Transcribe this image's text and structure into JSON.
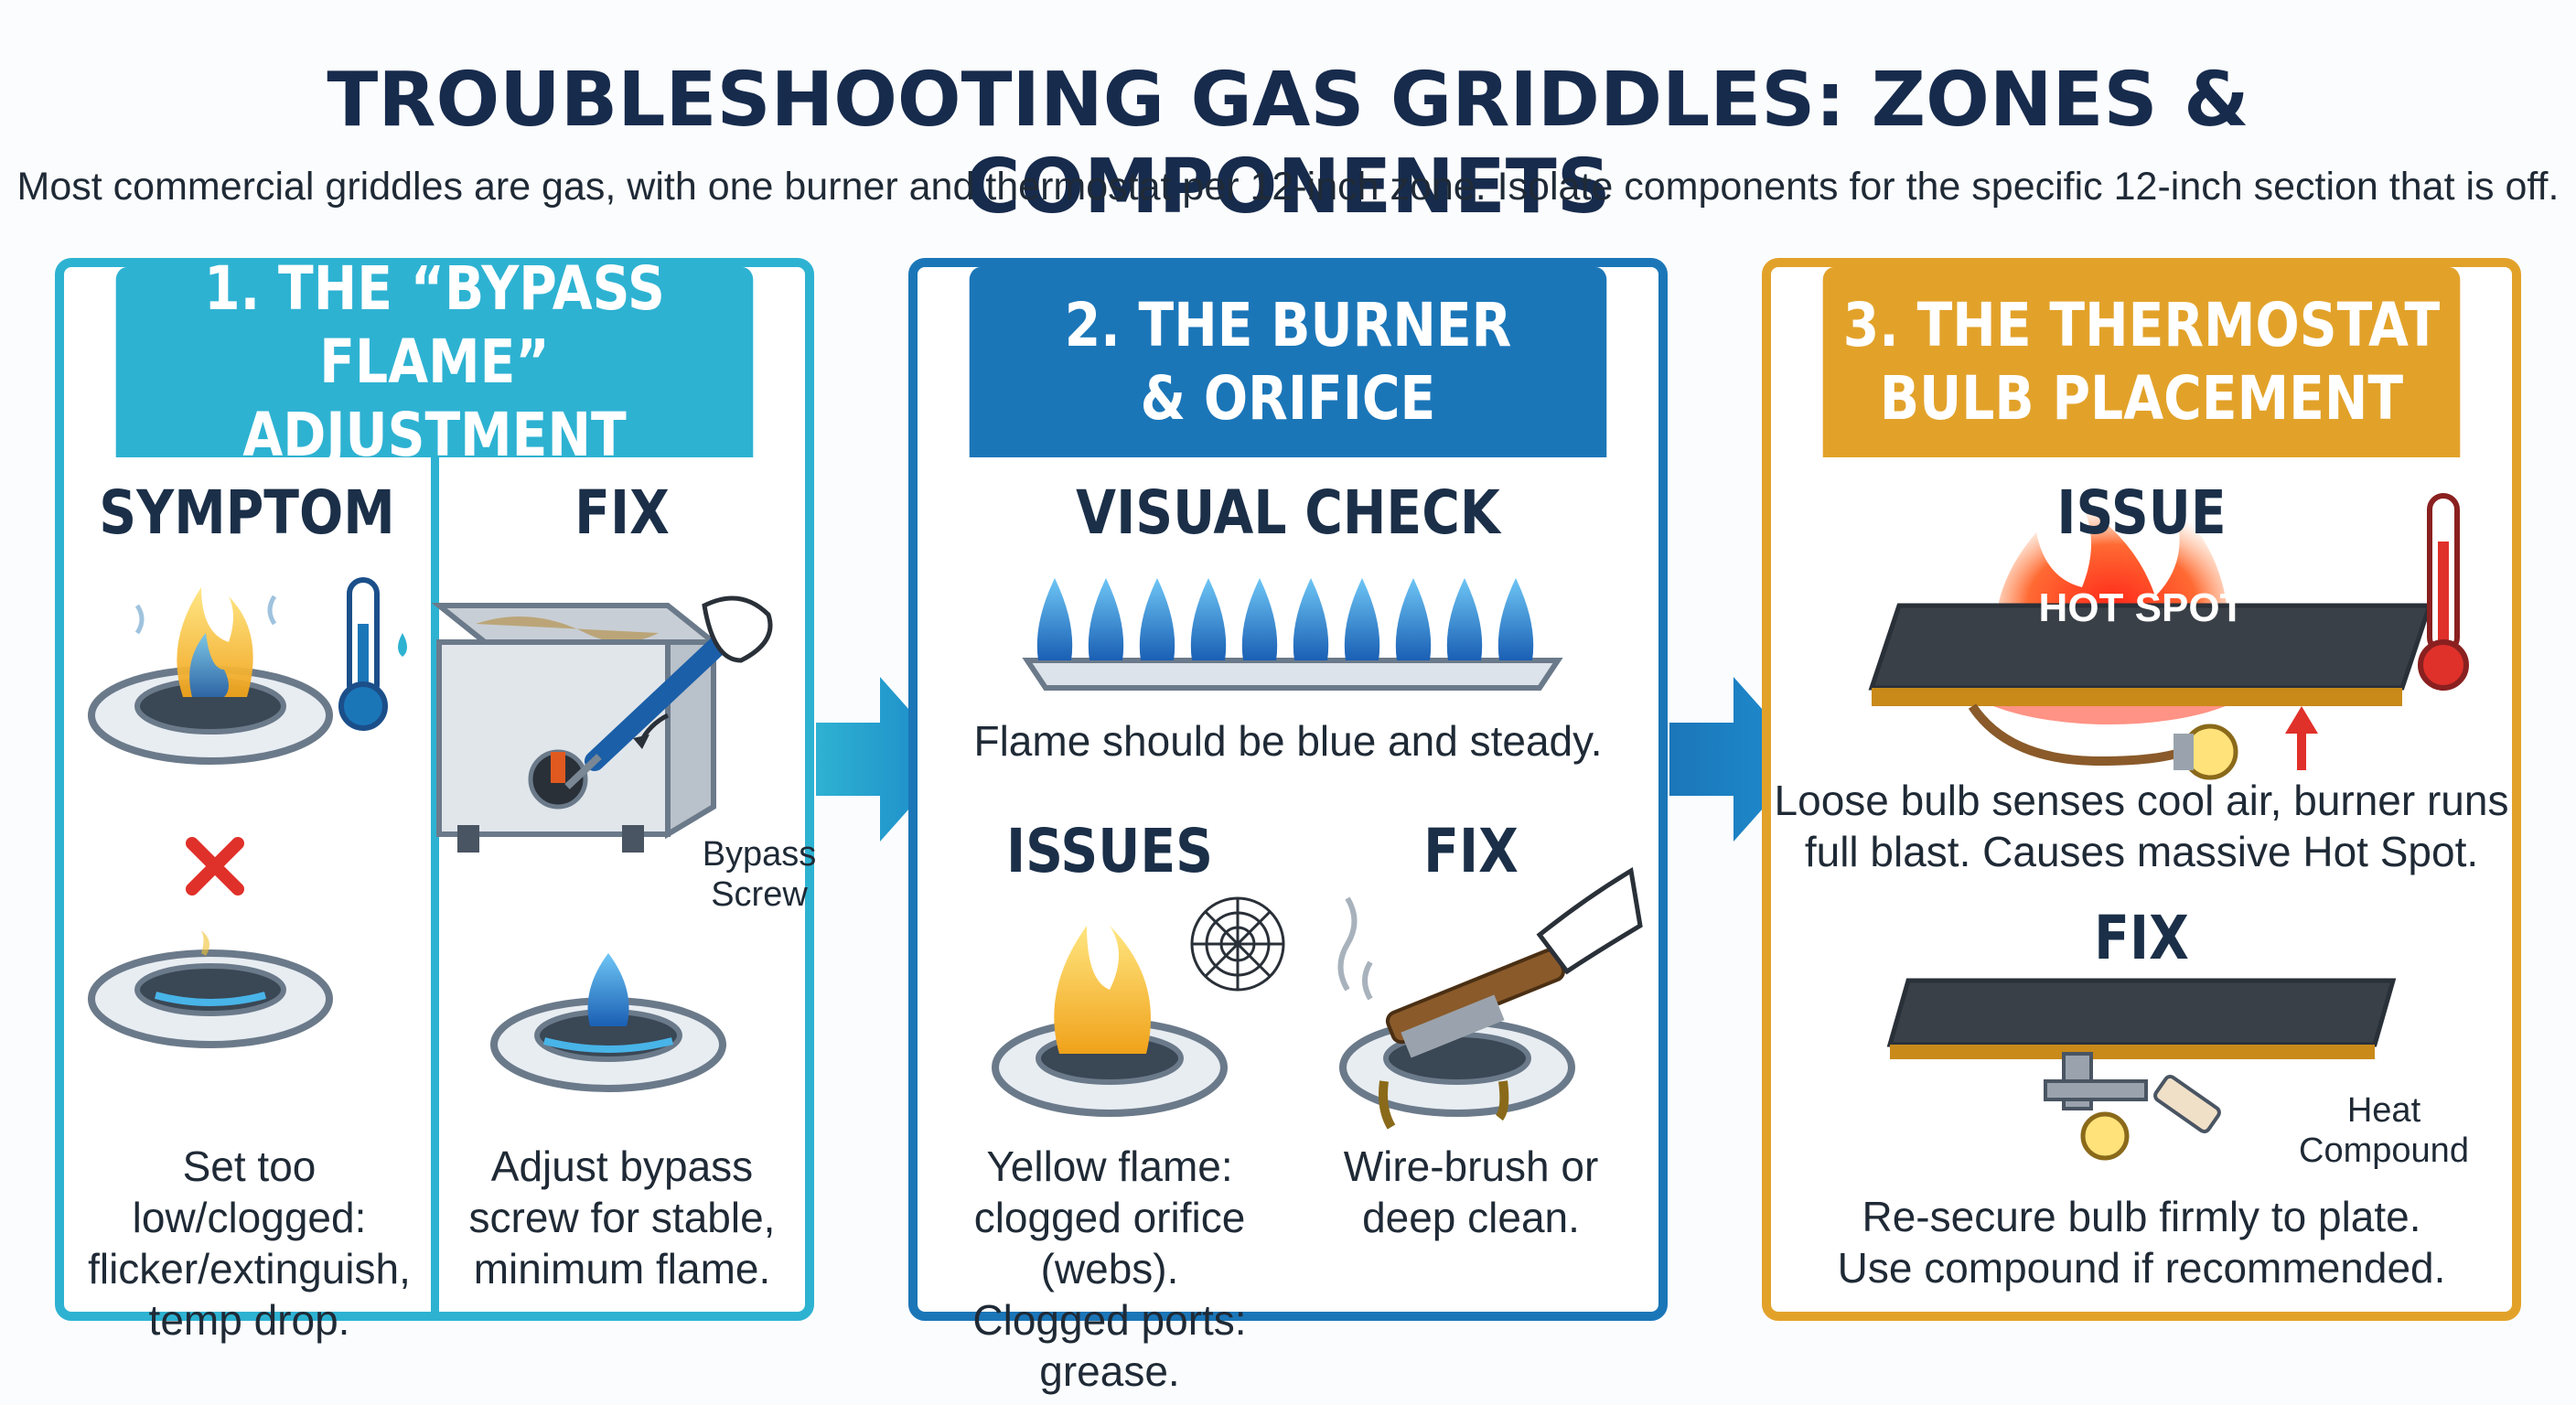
{
  "title": "TROUBLESHOOTING GAS GRIDDLES: ZONES & COMPONENETS",
  "subtitle": "Most commercial griddles are gas, with one burner and thermostat per 12-inch zone. Isolate components for the specific 12-inch section that is off.",
  "panels": [
    {
      "heading": "1. THE “BYPASS FLAME”\nADJUSTMENT",
      "symptom_label": "SYMPTOM",
      "fix_label": "FIX",
      "callout": "Bypass\nScrew",
      "symptom_text": "Set too low/clogged:\nflicker/extinguish,\ntemp drop.",
      "fix_text": "Adjust bypass\nscrew for stable,\nminimum flame."
    },
    {
      "heading": "2. THE BURNER\n& ORIFICE",
      "visual_label": "VISUAL CHECK",
      "visual_text": "Flame should be blue and steady.",
      "issues_label": "ISSUES",
      "fix_label": "FIX",
      "issues_text": "Yellow flame:\nclogged orifice (webs).\nClogged ports: grease.",
      "fix_text": "Wire-brush or\ndeep clean."
    },
    {
      "heading": "3. THE THERMOSTAT\nBULB PLACEMENT",
      "issue_label": "ISSUE",
      "hot_spot": "HOT SPOT",
      "issue_text": "Loose bulb senses cool air, burner runs\nfull blast. Causes massive Hot Spot.",
      "fix_label": "FIX",
      "callout": "Heat\nCompound",
      "fix_text": "Re-secure bulb firmly to plate.\nUse compound if recommended."
    }
  ],
  "colors": {
    "panel1": "#2eb2d2",
    "panel2": "#1b76b8",
    "panel3": "#e2a22a",
    "title": "#172b4d"
  }
}
